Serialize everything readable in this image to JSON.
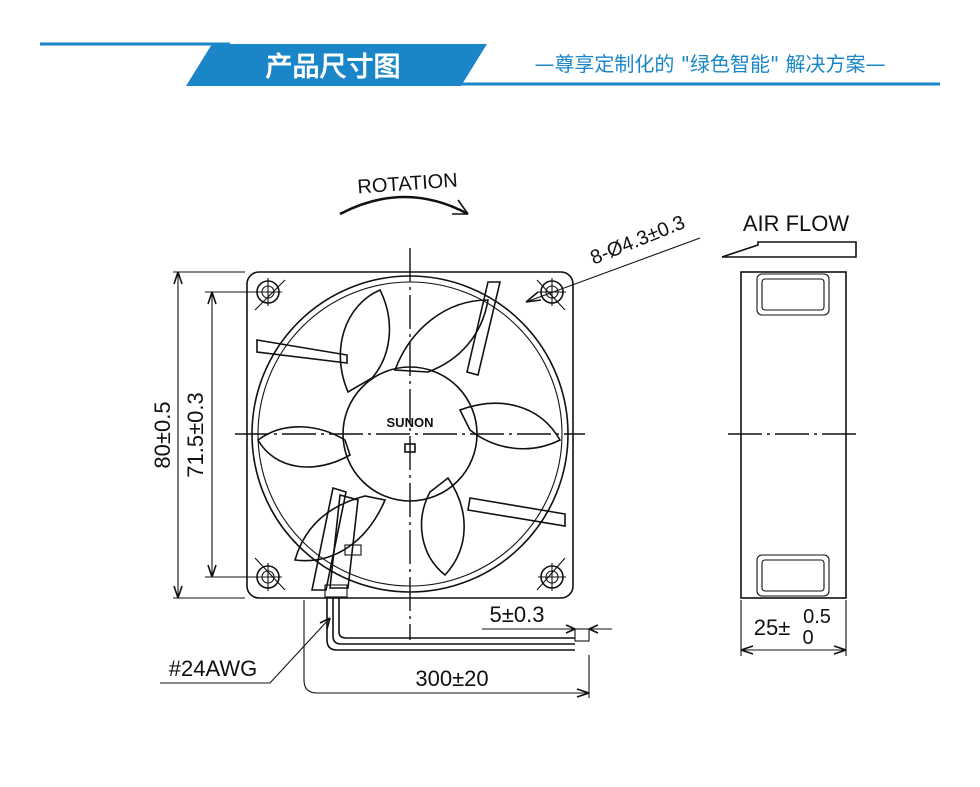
{
  "header": {
    "title": "产品尺寸图",
    "subtitle": "—尊享定制化的 \"绿色智能\" 解决方案—",
    "colors": {
      "accent": "#1a86c8",
      "title_text": "#ffffff"
    }
  },
  "drawing": {
    "rotation_label": "ROTATION",
    "hole_spec": "8-Ø4.3±0.3",
    "airflow_label": "AIR FLOW",
    "brand": "SUNON",
    "overall_size": "80±0.5",
    "hole_pitch": "71.5±0.3",
    "wire_gauge": "#24AWG",
    "strip_length": "5±0.3",
    "lead_length": "300±20",
    "thickness_base": "25±",
    "thickness_upper_tol": "0.5",
    "thickness_lower_tol": "0"
  }
}
